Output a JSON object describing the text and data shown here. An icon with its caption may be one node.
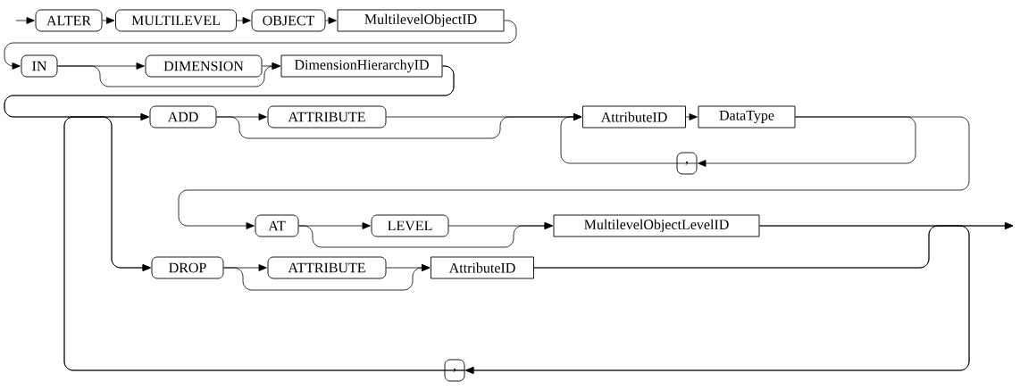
{
  "diagram": {
    "nodes": [
      {
        "text": [
          "ALTER"
        ]
      },
      {
        "text": [
          "MULTILEVEL"
        ]
      },
      {
        "text": [
          "OBJECT"
        ]
      },
      {
        "text": [
          "MultilevelObjectID"
        ]
      },
      {
        "text": [
          "IN"
        ]
      },
      {
        "text": [
          "DIMENSION"
        ]
      },
      {
        "text": [
          "DimensionHierarchyID"
        ]
      },
      {
        "text": [
          "ADD"
        ]
      },
      {
        "text": [
          "ATTRIBUTE"
        ]
      },
      {
        "text": [
          "AttributeID"
        ]
      },
      {
        "text": [
          "DataType"
        ]
      },
      {
        "text": [
          ","
        ]
      },
      {
        "text": [
          "AT"
        ]
      },
      {
        "text": [
          "LEVEL"
        ]
      },
      {
        "text": [
          "MultilevelObjectLevelID"
        ]
      },
      {
        "text": [
          "DROP"
        ]
      },
      {
        "text": [
          "ATTRIBUTE"
        ]
      },
      {
        "text": [
          "AttributeID"
        ]
      },
      {
        "text": [
          ","
        ]
      }
    ],
    "edges": [
      {
        "from": null,
        "to": 0,
        "arrow": "to"
      },
      {
        "from": 0,
        "to": 1,
        "arrow": "to"
      },
      {
        "from": 1,
        "to": 2,
        "arrow": "to"
      },
      {
        "from": 2,
        "to": 3,
        "arrow": "to"
      },
      {
        "from": 3,
        "to": 4,
        "arrow": "to"
      },
      {
        "from": 4,
        "to": 5,
        "arrow": "to"
      },
      {
        "from": 4,
        "to": 6,
        "arrow": "to"
      },
      {
        "from": 5,
        "to": 6,
        "arrow": "to"
      },
      {
        "from": 6,
        "to": 7,
        "arrow": "to"
      },
      {
        "from": 6,
        "to": 15,
        "arrow": "to"
      },
      {
        "from": 7,
        "to": 8,
        "arrow": "to"
      },
      {
        "from": 7,
        "to": 9,
        "arrow": "to"
      },
      {
        "from": 8,
        "to": 9,
        "arrow": "to"
      },
      {
        "from": 9,
        "to": 10,
        "arrow": "to"
      },
      {
        "from": 10,
        "to": 11,
        "arrow": "to"
      },
      {
        "from": 11,
        "to": 9,
        "arrow": "to"
      },
      {
        "from": 10,
        "to": 12,
        "arrow": "to"
      },
      {
        "from": 12,
        "to": 13,
        "arrow": "to"
      },
      {
        "from": 12,
        "to": 14,
        "arrow": "to"
      },
      {
        "from": 13,
        "to": 14,
        "arrow": "to"
      },
      {
        "from": 14,
        "to": null,
        "arrow": "to"
      },
      {
        "from": 14,
        "to": 18,
        "arrow": "to"
      },
      {
        "from": 15,
        "to": 16,
        "arrow": "to"
      },
      {
        "from": 15,
        "to": 17,
        "arrow": "to"
      },
      {
        "from": 16,
        "to": 17,
        "arrow": "to"
      },
      {
        "from": 17,
        "to": null,
        "arrow": "to"
      },
      {
        "from": 17,
        "to": 18,
        "arrow": "to"
      },
      {
        "from": 18,
        "to": 7,
        "arrow": "to"
      },
      {
        "from": 18,
        "to": 15,
        "arrow": "to"
      }
    ]
  }
}
